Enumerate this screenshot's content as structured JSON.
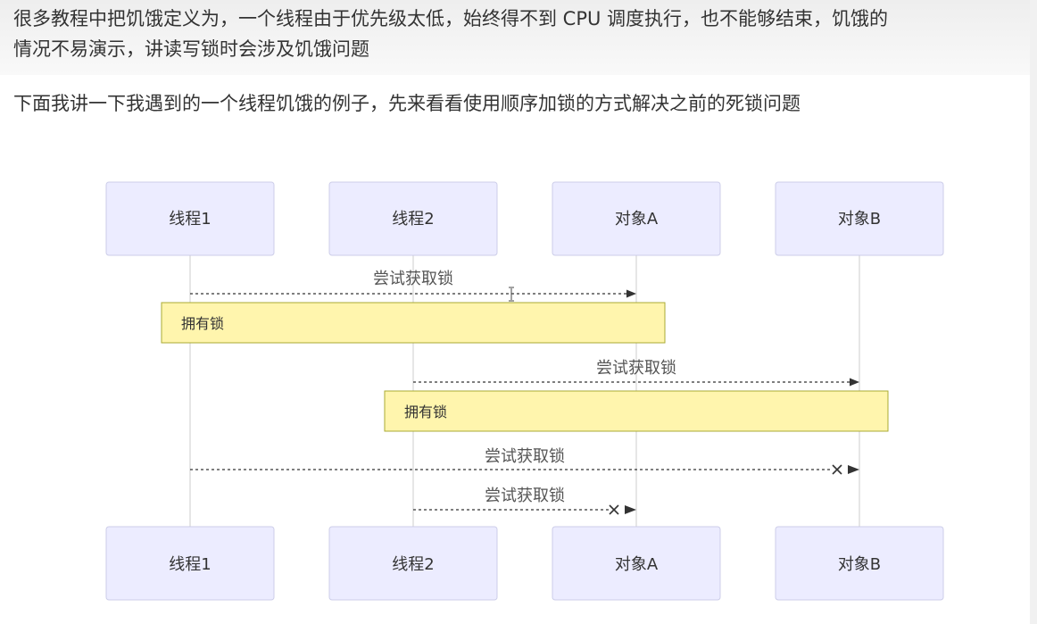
{
  "article": {
    "paragraph_1_line_1": "很多教程中把饥饿定义为，一个线程由于优先级太低，始终得不到 CPU 调度执行，也不能够结束，饥饿的",
    "paragraph_1_line_2": "情况不易演示，讲读写锁时会涉及饥饿问题",
    "paragraph_2": "下面我讲一下我遇到的一个线程饥饿的例子，先来看看使用顺序加锁的方式解决之前的死锁问题"
  },
  "diagram": {
    "actors": [
      "线程1",
      "线程2",
      "对象A",
      "对象B"
    ],
    "messages": [
      {
        "from": "线程1",
        "to": "对象A",
        "label": "尝试获取锁",
        "arrow": "open"
      },
      {
        "from": "线程2",
        "to": "对象B",
        "label": "尝试获取锁",
        "arrow": "open"
      },
      {
        "from": "线程1",
        "to": "对象B",
        "label": "尝试获取锁",
        "arrow": "cross"
      },
      {
        "from": "线程2",
        "to": "对象A",
        "label": "尝试获取锁",
        "arrow": "cross"
      }
    ],
    "notes": [
      {
        "over": [
          "线程1",
          "对象A"
        ],
        "text": "拥有锁"
      },
      {
        "over": [
          "线程2",
          "对象B"
        ],
        "text": "拥有锁"
      }
    ],
    "colors": {
      "actor_fill": "#ececff",
      "actor_border": "#cccde8",
      "note_fill": "#fff5ad",
      "note_border": "#aaaa33"
    }
  }
}
